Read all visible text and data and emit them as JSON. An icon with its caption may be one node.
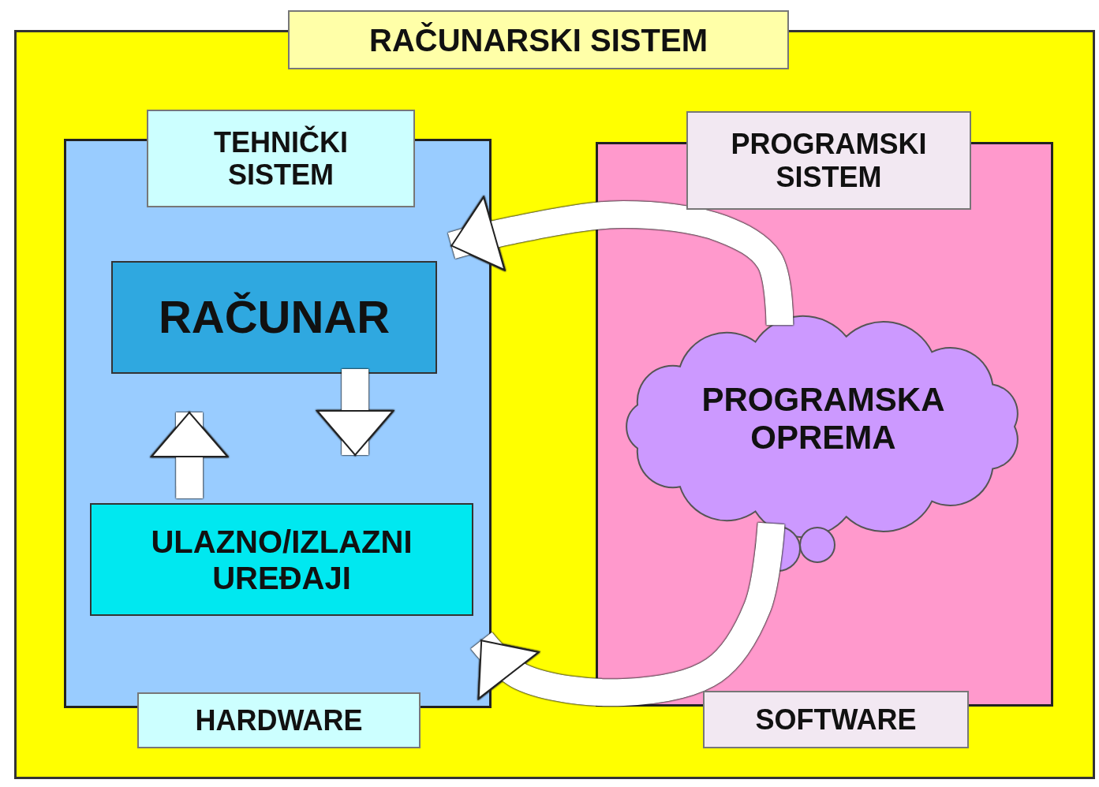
{
  "diagram": {
    "nodes": [
      {
        "text": [
          "RAČUNARSKI SISTEM"
        ]
      },
      {
        "text": [
          "TEHNIČKI SISTEM",
          "HARDWARE"
        ],
        "in": 0
      },
      {
        "text": [
          "RAČUNAR"
        ],
        "in": 1
      },
      {
        "text": [
          "ULAZNO/IZLAZNI UREĐAJI"
        ],
        "in": 1
      },
      {
        "text": [
          "PROGRAMSKI SISTEM",
          "SOFTWARE"
        ],
        "in": 0
      },
      {
        "text": [
          "PROGRAMSKA OPREMA"
        ],
        "in": 4
      }
    ],
    "edges": [
      {
        "from": 3,
        "to": 2,
        "arrow": "to"
      },
      {
        "from": 2,
        "to": 3,
        "arrow": "to"
      },
      {
        "from": 5,
        "to": 2,
        "arrow": "to"
      },
      {
        "from": 5,
        "to": 3,
        "arrow": "to"
      }
    ]
  }
}
